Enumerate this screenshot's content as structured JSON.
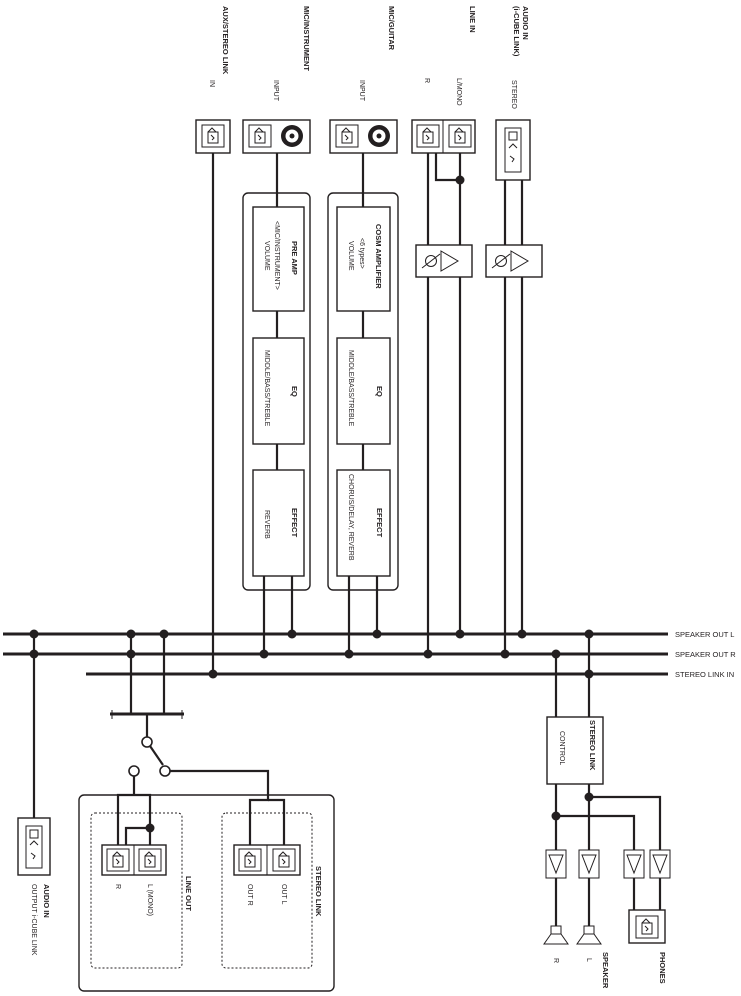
{
  "inputs": {
    "aux": {
      "title": "AUX/STEREO LINK",
      "sub": "IN"
    },
    "mic_inst": {
      "title": "MIC/INSTRUMENT",
      "sub": "INPUT"
    },
    "mic_guitar": {
      "title": "MIC/GUITAR",
      "sub": "INPUT"
    },
    "line_in": {
      "title": "LINE IN",
      "sub_r": "R",
      "sub_l": "L/MONO"
    },
    "audio_in": {
      "title_1": "AUDIO IN",
      "title_2": "(i-CUBE LINK)",
      "sub": "STEREO"
    }
  },
  "channel_1": {
    "preamp_title": "PRE AMP",
    "preamp_line1": "<MIC/INSTRUMENT>",
    "preamp_line2": "VOLUME",
    "eq_title": "EQ",
    "eq_sub": "MIDDLE/BASS/TREBLE",
    "effect_title": "EFFECT",
    "effect_sub": "REVERB"
  },
  "channel_2": {
    "preamp_title": "COSM AMPLIFIER",
    "preamp_line1": "<6 types>",
    "preamp_line2": "VOLUME",
    "eq_title": "EQ",
    "eq_sub": "MIDDLE/BASS/TREBLE",
    "effect_title": "EFFECT",
    "effect_sub": "CHORUS/DELAY, REVERB"
  },
  "buses": {
    "speaker_out_l": "SPEAKER OUT L",
    "speaker_out_r": "SPEAKER OUT R",
    "stereo_link_in": "STEREO LINK IN"
  },
  "stereo_link_block": {
    "title": "STEREO LINK",
    "sub": "CONTROL"
  },
  "outputs": {
    "audio_out_title": "AUDIO IN",
    "audio_out_sub": "OUTPUT i-CUBE LINK",
    "line_out_title": "LINE OUT",
    "line_out_r": "R",
    "line_out_l": "L (MONO)",
    "stereo_link_out_title": "STEREO LINK",
    "stereo_link_out_r": "OUT R",
    "stereo_link_out_l": "OUT L",
    "speaker_title": "SPEAKER",
    "speaker_r": "R",
    "speaker_l": "L",
    "phones_title": "PHONES"
  }
}
